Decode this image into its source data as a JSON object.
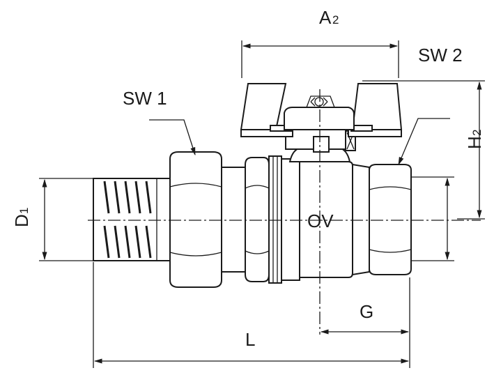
{
  "labels": {
    "a2_main": "A",
    "a2_sub": "2",
    "sw2": "SW 2",
    "sw1": "SW 1",
    "h2_main": "H",
    "h2_sub": "2",
    "d1_main": "D",
    "d1_sub": "1",
    "ov": "OV",
    "g": "G",
    "l": "L"
  }
}
